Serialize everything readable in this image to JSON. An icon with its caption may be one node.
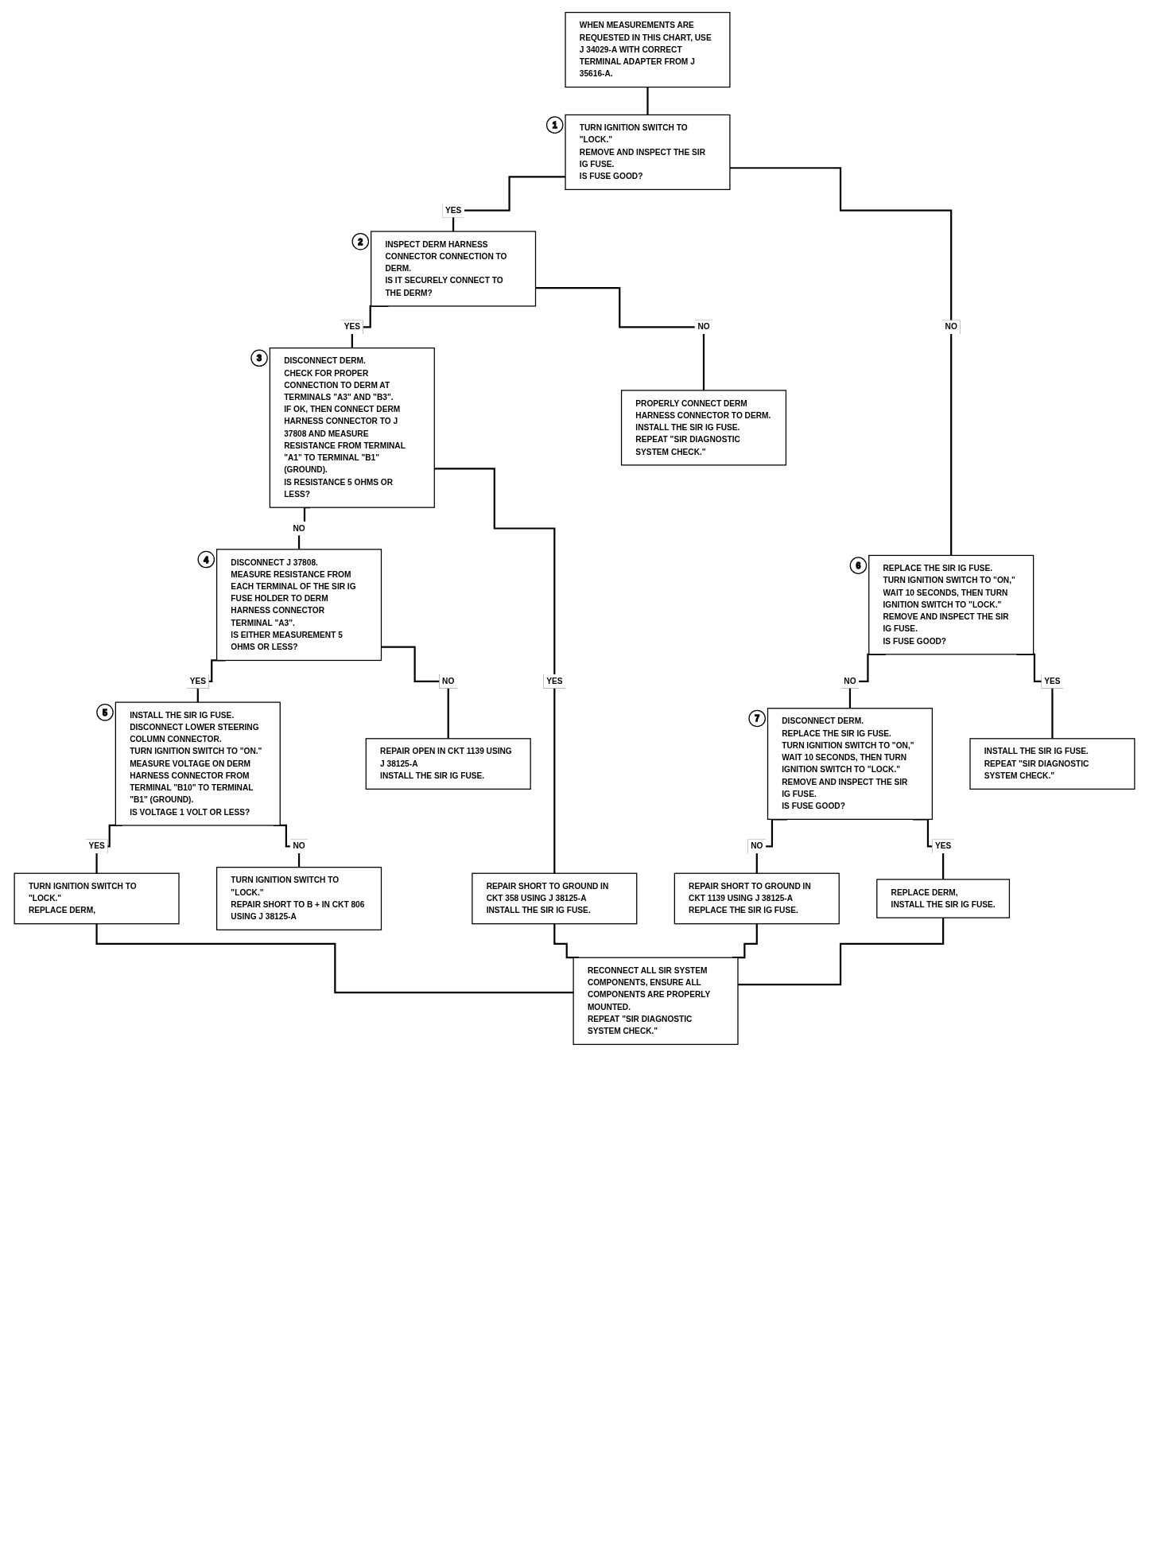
{
  "diagram": {
    "nodes": [
      {
        "text": [
          "WHEN MEASUREMENTS ARE REQUESTED IN THIS CHART, USE J 34029-A WITH CORRECT TERMINAL ADAPTER FROM J 35616-A."
        ]
      },
      {
        "text": [
          "TURN IGNITION SWITCH TO \"LOCK.\"",
          "REMOVE AND INSPECT THE SIR IG FUSE.",
          "IS FUSE GOOD?"
        ],
        "beside": [
          "1"
        ]
      },
      {
        "text": [
          "INSPECT DERM HARNESS CONNECTOR CONNECTION TO DERM.",
          "IS IT SECURELY CONNECT TO THE DERM?"
        ],
        "beside": [
          "2"
        ]
      },
      {
        "text": [
          "REPLACE THE SIR IG FUSE.",
          "TURN IGNITION SWITCH TO \"ON,\" WAIT 10 SECONDS, THEN TURN IGNITION SWITCH TO \"LOCK.\"",
          "REMOVE AND INSPECT THE SIR IG FUSE.",
          "IS FUSE GOOD?"
        ],
        "beside": [
          "6"
        ]
      },
      {
        "text": [
          "DISCONNECT DERM.",
          "CHECK FOR PROPER CONNECTION TO DERM AT TERMINALS \"A3\" AND \"B3\".",
          "IF OK, THEN CONNECT DERM HARNESS CONNECTOR TO J 37808 AND MEASURE RESISTANCE FROM TERMINAL \"A1\" TO TERMINAL \"B1\" (GROUND).",
          "IS RESISTANCE 5 OHMS OR LESS?"
        ],
        "beside": [
          "3"
        ]
      },
      {
        "text": [
          "PROPERLY CONNECT DERM HARNESS CONNECTOR TO DERM.",
          "INSTALL THE SIR IG FUSE.",
          "REPEAT \"SIR DIAGNOSTIC SYSTEM CHECK.\""
        ]
      },
      {
        "text": [
          "DISCONNECT DERM.",
          "REPLACE THE SIR IG FUSE.",
          "TURN IGNITION SWITCH TO \"ON,\" WAIT 10 SECONDS, THEN TURN IGNITION SWITCH TO \"LOCK.\"",
          "REMOVE AND INSPECT THE SIR IG FUSE.",
          "IS FUSE GOOD?"
        ],
        "beside": [
          "7"
        ]
      },
      {
        "text": [
          "INSTALL THE SIR IG FUSE.",
          "REPEAT \"SIR DIAGNOSTIC SYSTEM CHECK.\""
        ]
      },
      {
        "text": [
          "DISCONNECT J 37808.",
          "MEASURE RESISTANCE FROM EACH TERMINAL OF THE SIR IG FUSE HOLDER TO DERM HARNESS CONNECTOR TERMINAL \"A3\".",
          "IS EITHER MEASUREMENT 5 OHMS OR LESS?"
        ],
        "beside": [
          "4"
        ]
      },
      {
        "text": [
          "REPAIR SHORT TO GROUND IN CKT 358 USING J 38125-A",
          "INSTALL THE SIR IG FUSE."
        ]
      },
      {
        "text": [
          "REPAIR SHORT TO GROUND IN CKT 1139 USING J 38125-A",
          "REPLACE THE SIR IG FUSE."
        ]
      },
      {
        "text": [
          "REPLACE DERM,",
          "INSTALL THE SIR IG FUSE."
        ]
      },
      {
        "text": [
          "INSTALL THE SIR IG FUSE.",
          "DISCONNECT LOWER STEERING COLUMN CONNECTOR.",
          "TURN IGNITION SWITCH TO \"ON.\"",
          "MEASURE VOLTAGE ON DERM HARNESS CONNECTOR FROM TERMINAL \"B10\" TO TERMINAL \"B1\" (GROUND).",
          "IS VOLTAGE 1 VOLT OR LESS?"
        ],
        "beside": [
          "5"
        ]
      },
      {
        "text": [
          "REPAIR OPEN IN CKT 1139 USING J 38125-A",
          "INSTALL THE SIR IG FUSE."
        ]
      },
      {
        "text": [
          "TURN IGNITION SWITCH TO \"LOCK.\"",
          "REPLACE DERM,"
        ]
      },
      {
        "text": [
          "TURN IGNITION SWITCH TO \"LOCK.\"",
          "REPAIR SHORT TO B + IN CKT 806 USING J 38125-A"
        ]
      },
      {
        "text": [
          "RECONNECT ALL SIR SYSTEM COMPONENTS, ENSURE ALL COMPONENTS ARE PROPERLY MOUNTED.",
          "REPEAT \"SIR DIAGNOSTIC SYSTEM CHECK.\""
        ]
      }
    ],
    "edges": [
      {
        "from": 0,
        "to": 1,
        "arrow": "none"
      },
      {
        "from": 1,
        "to": 2,
        "arrow": "none",
        "label": "YES"
      },
      {
        "from": 1,
        "to": 3,
        "arrow": "none",
        "label": "NO"
      },
      {
        "from": 2,
        "to": 4,
        "arrow": "none",
        "label": "YES"
      },
      {
        "from": 2,
        "to": 5,
        "arrow": "none",
        "label": "NO"
      },
      {
        "from": 3,
        "to": 6,
        "arrow": "none",
        "label": "NO"
      },
      {
        "from": 3,
        "to": 7,
        "arrow": "none",
        "label": "YES"
      },
      {
        "from": 4,
        "to": 8,
        "arrow": "none",
        "label": "NO"
      },
      {
        "from": 4,
        "to": 9,
        "arrow": "none",
        "label": "YES"
      },
      {
        "from": 6,
        "to": 10,
        "arrow": "none",
        "label": "NO"
      },
      {
        "from": 6,
        "to": 11,
        "arrow": "none",
        "label": "YES"
      },
      {
        "from": 8,
        "to": 12,
        "arrow": "none",
        "label": "YES"
      },
      {
        "from": 8,
        "to": 13,
        "arrow": "none",
        "label": "NO"
      },
      {
        "from": 12,
        "to": 14,
        "arrow": "none",
        "label": "YES"
      },
      {
        "from": 12,
        "to": 15,
        "arrow": "none",
        "label": "NO"
      },
      {
        "from": 14,
        "to": 16,
        "arrow": "none"
      },
      {
        "from": 9,
        "to": 16,
        "arrow": "none"
      },
      {
        "from": 10,
        "to": 16,
        "arrow": "none"
      },
      {
        "from": 11,
        "to": 16,
        "arrow": "none"
      }
    ]
  }
}
